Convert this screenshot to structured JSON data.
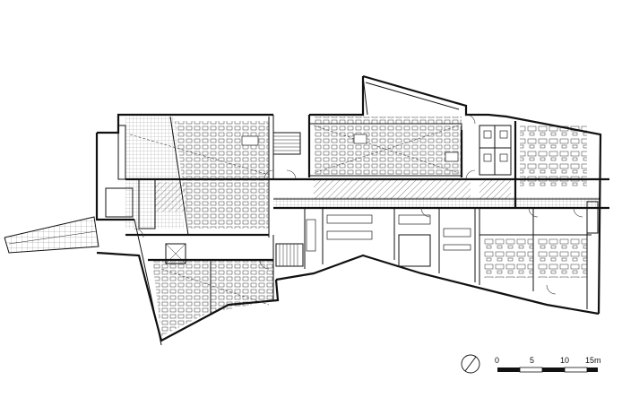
{
  "scale_bar": {
    "labels": [
      "0",
      "5",
      "10",
      "15m"
    ]
  },
  "icons": {
    "north": "north-arrow-icon"
  }
}
